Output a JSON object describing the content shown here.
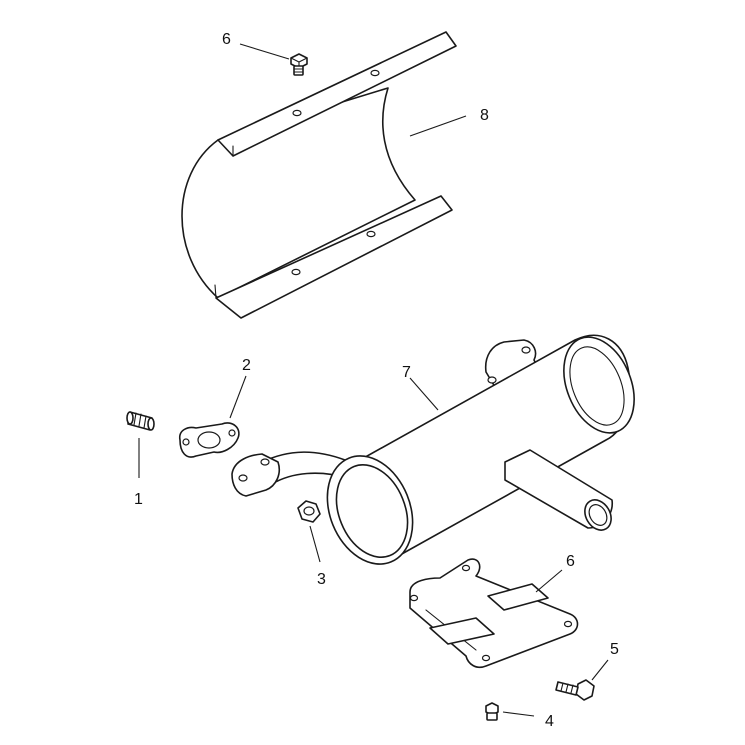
{
  "callouts": [
    {
      "id": "c1",
      "label": "1"
    },
    {
      "id": "c2",
      "label": "2"
    },
    {
      "id": "c3",
      "label": "3"
    },
    {
      "id": "c4",
      "label": "4"
    },
    {
      "id": "c5",
      "label": "5"
    },
    {
      "id": "c6a",
      "label": "6"
    },
    {
      "id": "c6b",
      "label": "6"
    },
    {
      "id": "c7",
      "label": "7"
    },
    {
      "id": "c8",
      "label": "8"
    }
  ],
  "colors": {
    "line": "#1a1a1a",
    "background": "#ffffff"
  }
}
